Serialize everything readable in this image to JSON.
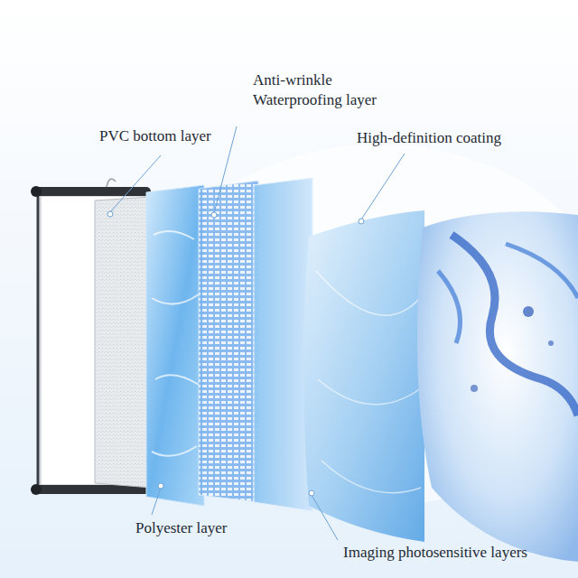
{
  "diagram": {
    "labels": [
      "PVC bottom layer",
      "Anti-wrinkle Waterproofing layer",
      "High-definition coating",
      "Polyester layer",
      "Imaging photosensitive layers"
    ]
  }
}
